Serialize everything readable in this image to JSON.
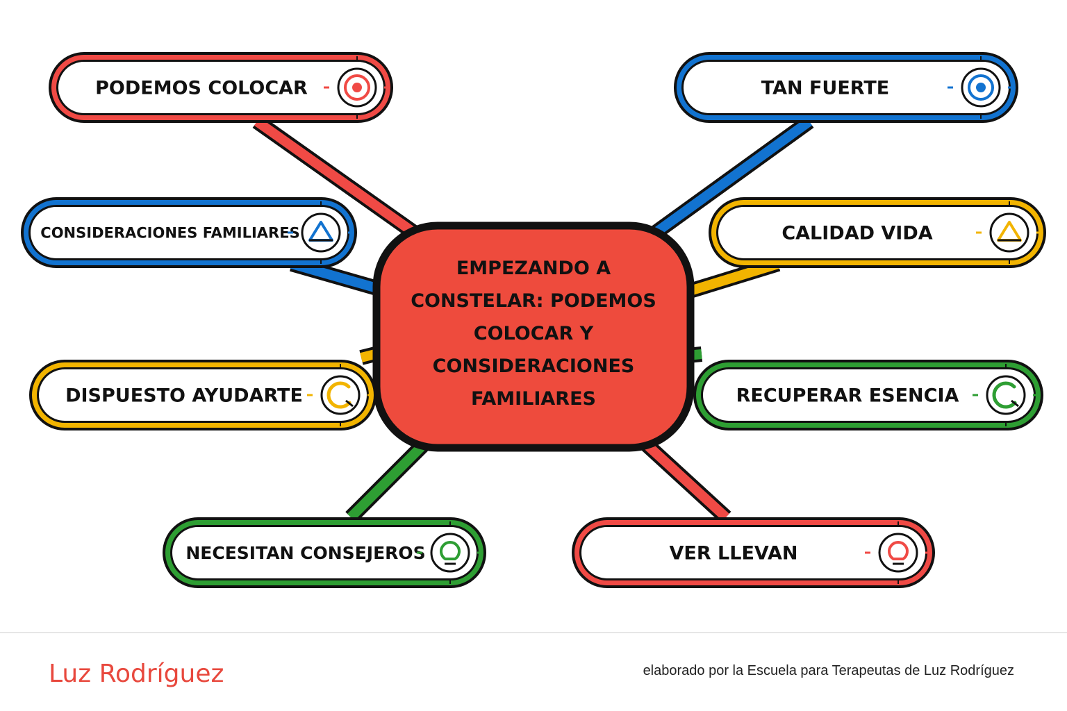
{
  "colors": {
    "red": "#f04a45",
    "blue": "#1273d0",
    "yellow": "#f2b400",
    "green": "#2e9e33",
    "center_fill": "#ee4b3d",
    "outline": "#111111"
  },
  "center": {
    "lines": [
      "EMPEZANDO A",
      "CONSTELAR: PODEMOS",
      "COLOCAR Y",
      "CONSIDERACIONES",
      "FAMILIARES"
    ]
  },
  "nodes": [
    {
      "label": "PODEMOS COLOCAR",
      "color": "red",
      "icon": "target-icon"
    },
    {
      "label": "TAN FUERTE",
      "color": "blue",
      "icon": "target-icon"
    },
    {
      "label": "CONSIDERACIONES FAMILIARES",
      "color": "blue",
      "icon": "triangle-icon"
    },
    {
      "label": "CALIDAD VIDA",
      "color": "yellow",
      "icon": "triangle-icon"
    },
    {
      "label": "DISPUESTO AYUDARTE",
      "color": "yellow",
      "icon": "c-arc-icon"
    },
    {
      "label": "RECUPERAR ESENCIA",
      "color": "green",
      "icon": "c-arc-icon"
    },
    {
      "label": "NECESITAN CONSEJEROS",
      "color": "green",
      "icon": "lightbulb-icon"
    },
    {
      "label": "VER LLEVAN",
      "color": "red",
      "icon": "lightbulb-icon"
    }
  ],
  "footer": {
    "name": "Luz Rodríguez",
    "credit": "elaborado por la Escuela para Terapeutas de Luz Rodríguez"
  }
}
